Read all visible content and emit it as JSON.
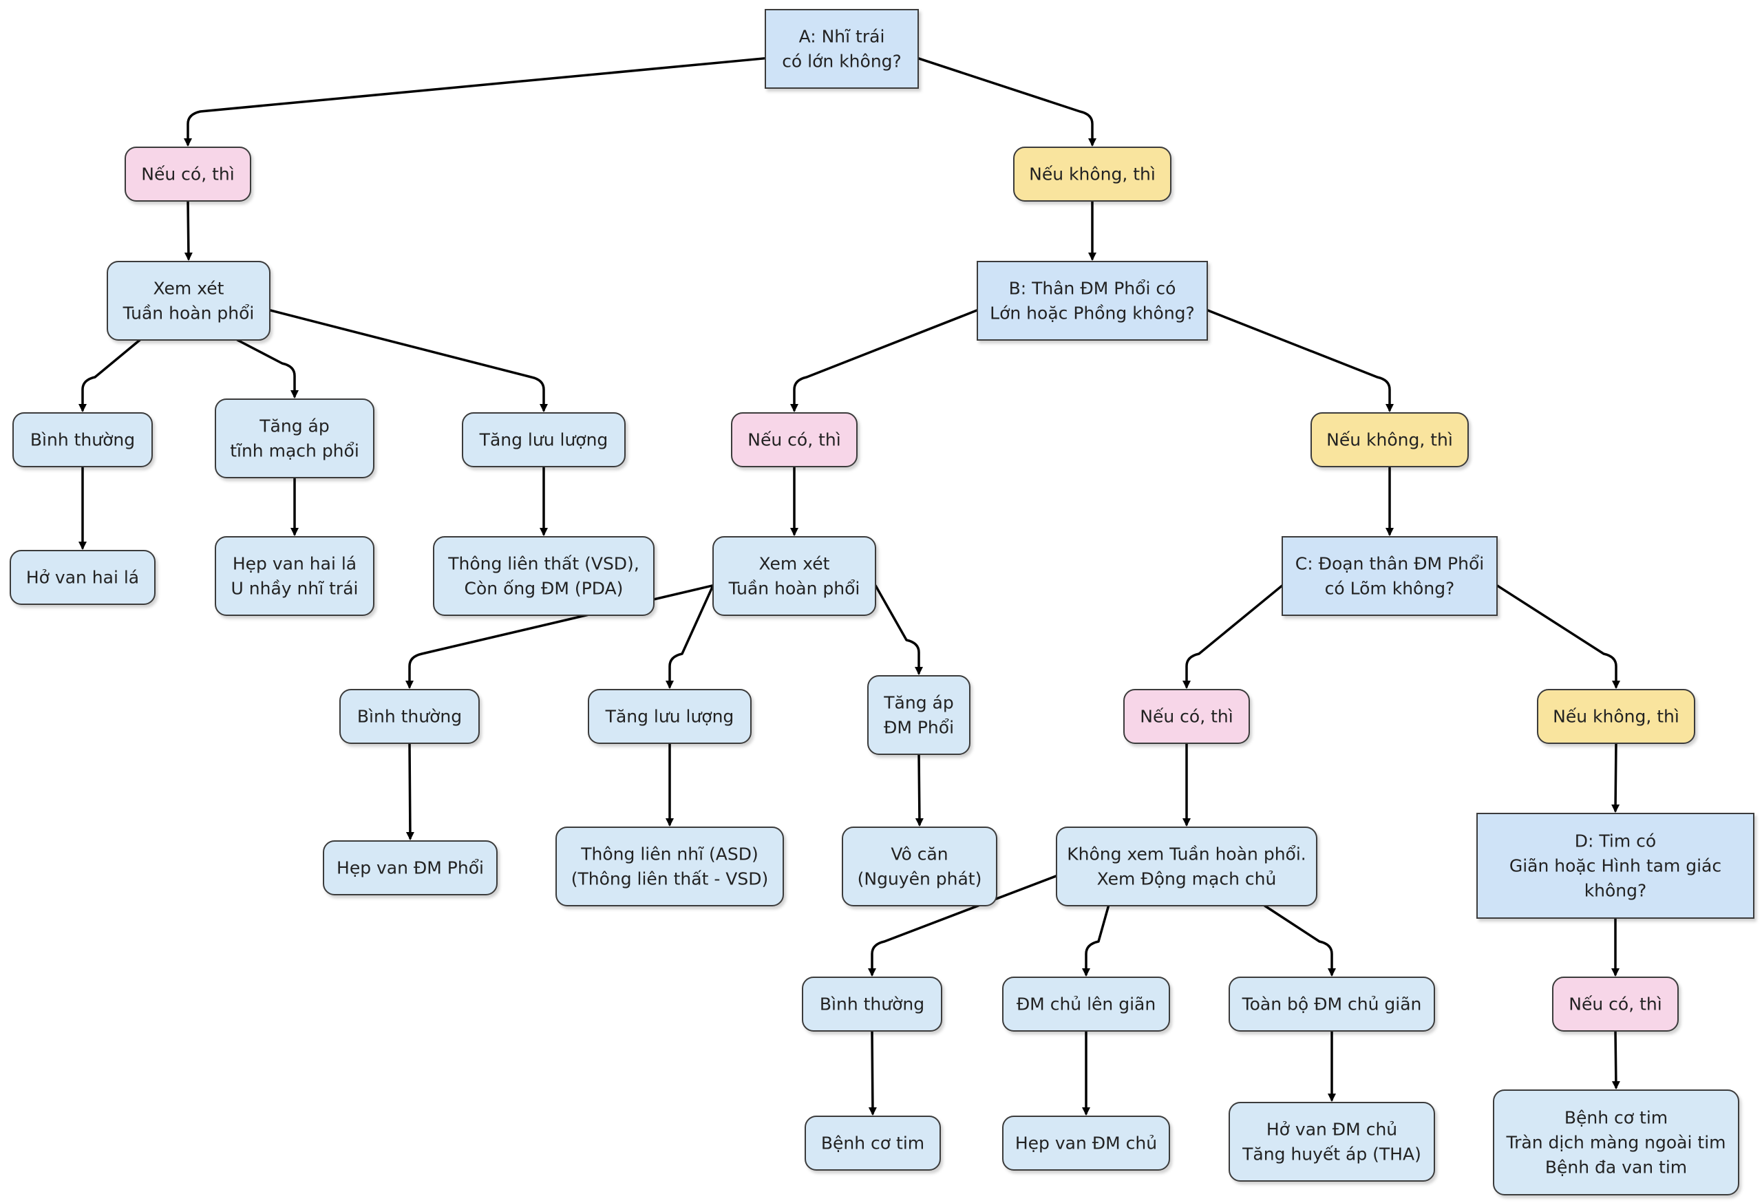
{
  "colors": {
    "question": "#cfe3f7",
    "step": "#d6e8f6",
    "yes": "#f7d6e8",
    "no": "#f9e49e",
    "edge": "#000000",
    "text": "#222222"
  },
  "nodes": {
    "a": {
      "lines": [
        "A: Nhĩ trái",
        "có lớn không?"
      ],
      "kind": "question"
    },
    "a_yes": {
      "lines": [
        "Nếu có, thì"
      ],
      "kind": "yes"
    },
    "a_no": {
      "lines": [
        "Nếu không, thì"
      ],
      "kind": "no"
    },
    "l_xem": {
      "lines": [
        "Xem xét",
        "Tuần hoàn phổi"
      ],
      "kind": "step"
    },
    "l_normal": {
      "lines": [
        "Bình thường"
      ],
      "kind": "step"
    },
    "l_venous": {
      "lines": [
        "Tăng áp",
        "tĩnh mạch phổi"
      ],
      "kind": "step"
    },
    "l_flow": {
      "lines": [
        "Tăng lưu lượng"
      ],
      "kind": "step"
    },
    "l_mr": {
      "lines": [
        "Hở van hai lá"
      ],
      "kind": "step"
    },
    "l_ms": {
      "lines": [
        "Hẹp van hai lá",
        "U nhầy nhĩ trái"
      ],
      "kind": "step"
    },
    "l_vsd": {
      "lines": [
        "Thông liên thất (VSD),",
        "Còn ống ĐM (PDA)"
      ],
      "kind": "step"
    },
    "b": {
      "lines": [
        "B: Thân ĐM Phổi có",
        "Lớn hoặc Phồng không?"
      ],
      "kind": "question"
    },
    "b_yes": {
      "lines": [
        "Nếu có, thì"
      ],
      "kind": "yes"
    },
    "b_no": {
      "lines": [
        "Nếu không, thì"
      ],
      "kind": "no"
    },
    "m_xem": {
      "lines": [
        "Xem xét",
        "Tuần hoàn phổi"
      ],
      "kind": "step"
    },
    "m_normal": {
      "lines": [
        "Bình thường"
      ],
      "kind": "step"
    },
    "m_flow": {
      "lines": [
        "Tăng lưu lượng"
      ],
      "kind": "step"
    },
    "m_pah": {
      "lines": [
        "Tăng áp",
        "ĐM Phổi"
      ],
      "kind": "step"
    },
    "m_ps": {
      "lines": [
        "Hẹp van ĐM Phổi"
      ],
      "kind": "step"
    },
    "m_asd": {
      "lines": [
        "Thông liên nhĩ (ASD)",
        "(Thông liên thất - VSD)"
      ],
      "kind": "step"
    },
    "m_idio": {
      "lines": [
        "Vô căn",
        "(Nguyên phát)"
      ],
      "kind": "step"
    },
    "c": {
      "lines": [
        "C: Đoạn thân ĐM Phổi",
        "có Lõm không?"
      ],
      "kind": "question"
    },
    "c_yes": {
      "lines": [
        "Nếu có, thì"
      ],
      "kind": "yes"
    },
    "c_no": {
      "lines": [
        "Nếu không, thì"
      ],
      "kind": "no"
    },
    "c_xem": {
      "lines": [
        "Không xem Tuần hoàn phổi.",
        "Xem Động mạch chủ"
      ],
      "kind": "step"
    },
    "c_normal": {
      "lines": [
        "Bình thường"
      ],
      "kind": "step"
    },
    "c_asc": {
      "lines": [
        "ĐM chủ lên giãn"
      ],
      "kind": "step"
    },
    "c_total": {
      "lines": [
        "Toàn bộ ĐM chủ giãn"
      ],
      "kind": "step"
    },
    "c_cm": {
      "lines": [
        "Bệnh cơ tim"
      ],
      "kind": "step"
    },
    "c_as": {
      "lines": [
        "Hẹp van ĐM chủ"
      ],
      "kind": "step"
    },
    "c_ar": {
      "lines": [
        "Hở van ĐM chủ",
        "Tăng huyết áp (THA)"
      ],
      "kind": "step"
    },
    "d": {
      "lines": [
        "D: Tim có",
        "Giãn hoặc Hình tam giác",
        "không?"
      ],
      "kind": "question"
    },
    "d_yes": {
      "lines": [
        "Nếu có, thì"
      ],
      "kind": "yes"
    },
    "d_res": {
      "lines": [
        "Bệnh cơ tim",
        "Tràn dịch màng ngoài tim",
        "Bệnh đa van tim"
      ],
      "kind": "step"
    }
  },
  "edges": [
    [
      "a",
      "a_yes"
    ],
    [
      "a",
      "a_no"
    ],
    [
      "a_yes",
      "l_xem"
    ],
    [
      "l_xem",
      "l_normal"
    ],
    [
      "l_xem",
      "l_venous"
    ],
    [
      "l_xem",
      "l_flow"
    ],
    [
      "l_normal",
      "l_mr"
    ],
    [
      "l_venous",
      "l_ms"
    ],
    [
      "l_flow",
      "l_vsd"
    ],
    [
      "a_no",
      "b"
    ],
    [
      "b",
      "b_yes"
    ],
    [
      "b",
      "b_no"
    ],
    [
      "b_yes",
      "m_xem"
    ],
    [
      "m_xem",
      "m_normal"
    ],
    [
      "m_xem",
      "m_flow"
    ],
    [
      "m_xem",
      "m_pah"
    ],
    [
      "m_normal",
      "m_ps"
    ],
    [
      "m_flow",
      "m_asd"
    ],
    [
      "m_pah",
      "m_idio"
    ],
    [
      "b_no",
      "c"
    ],
    [
      "c",
      "c_yes"
    ],
    [
      "c",
      "c_no"
    ],
    [
      "c_yes",
      "c_xem"
    ],
    [
      "c_xem",
      "c_normal"
    ],
    [
      "c_xem",
      "c_asc"
    ],
    [
      "c_xem",
      "c_total"
    ],
    [
      "c_normal",
      "c_cm"
    ],
    [
      "c_asc",
      "c_as"
    ],
    [
      "c_total",
      "c_ar"
    ],
    [
      "c_no",
      "d"
    ],
    [
      "d",
      "d_yes"
    ],
    [
      "d_yes",
      "d_res"
    ]
  ]
}
